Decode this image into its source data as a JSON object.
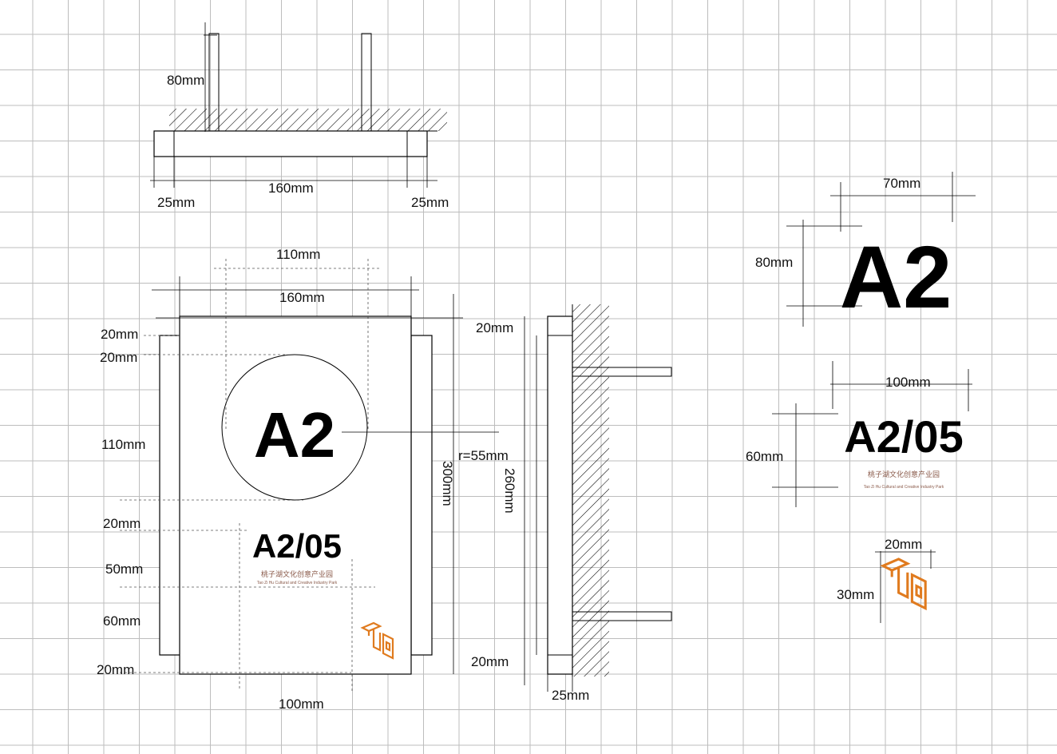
{
  "top_view": {
    "dim_depth": "80mm",
    "dim_width": "160mm",
    "dim_left": "25mm",
    "dim_right": "25mm"
  },
  "front_view": {
    "dim_inner_width": "110mm",
    "dim_outer_width": "160mm",
    "dim_top_margin": "20mm",
    "dim_circle_offset": "20mm",
    "dim_circle_height": "110mm",
    "dim_gap": "20mm",
    "dim_code_height": "50mm",
    "dim_logo_height": "60mm",
    "dim_bottom_margin": "20mm",
    "dim_bottom_width": "100mm",
    "dim_radius": "r=55mm",
    "dim_total_height": "300mm",
    "room_label": "A2",
    "room_code": "A2/05",
    "brand_cn": "桃子湖文化创意产业园",
    "brand_en": "Tao Zi Hu Cultural and Creative Industry Park"
  },
  "side_view": {
    "dim_top": "20mm",
    "dim_height": "260mm",
    "dim_bottom": "20mm",
    "dim_thickness": "25mm"
  },
  "detail_a2": {
    "dim_width": "70mm",
    "dim_height": "80mm",
    "text": "A2"
  },
  "detail_code": {
    "dim_width": "100mm",
    "dim_height": "60mm",
    "text": "A2/05",
    "brand_cn": "桃子湖文化创意产业园",
    "brand_en": "Tao Zi Hu Cultural and Creative Industry Park"
  },
  "detail_logo": {
    "dim_width": "20mm",
    "dim_height": "30mm"
  },
  "colors": {
    "logo": "#e07b1f",
    "brand_text": "#8a5a4a",
    "grid": "#bdbdbd"
  }
}
